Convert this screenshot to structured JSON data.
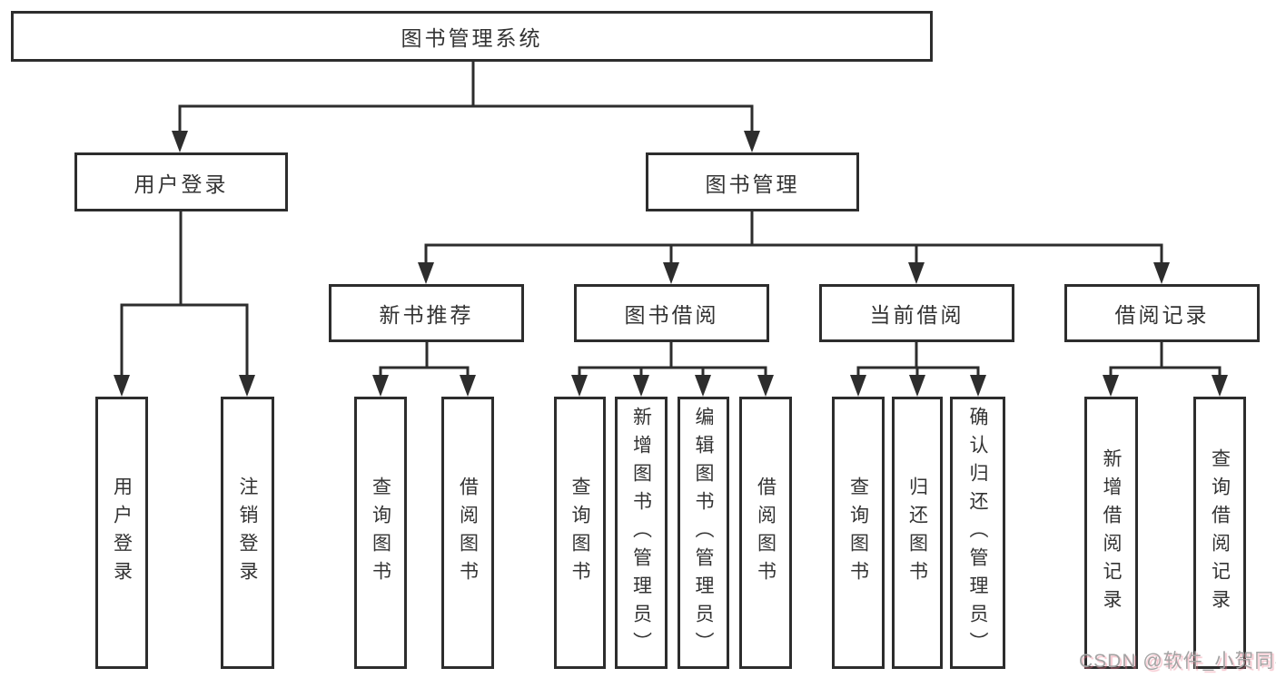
{
  "diagram": {
    "type": "tree",
    "title": "图书管理系统",
    "hierarchy": {
      "图书管理系统": {
        "用户登录": [
          "用户登录",
          "注销登录"
        ],
        "图书管理": {
          "新书推荐": [
            "查询图书",
            "借阅图书"
          ],
          "图书借阅": [
            "查询图书",
            "新增图书（管理员）",
            "编辑图书（管理员）",
            "借阅图书"
          ],
          "当前借阅": [
            "查询图书",
            "归还图书",
            "确认归还（管理员）"
          ],
          "借阅记录": [
            "新增借阅记录",
            "查询借阅记录"
          ]
        }
      }
    }
  },
  "nodes": {
    "root": {
      "label": "图书管理系统"
    },
    "user_login": {
      "label": "用户登录"
    },
    "book_mgmt": {
      "label": "图书管理"
    },
    "new_book": {
      "label": "新书推荐"
    },
    "book_borrow": {
      "label": "图书借阅"
    },
    "current_borrow": {
      "label": "当前借阅"
    },
    "borrow_record": {
      "label": "借阅记录"
    },
    "leaf_user_login": {
      "label": "用户登录"
    },
    "leaf_logout": {
      "label": "注销登录"
    },
    "leaf_nb_query": {
      "label": "查询图书"
    },
    "leaf_nb_borrow": {
      "label": "借阅图书"
    },
    "leaf_bb_query": {
      "label": "查询图书"
    },
    "leaf_bb_add": {
      "label": "新增图书（管理员）"
    },
    "leaf_bb_edit": {
      "label": "编辑图书（管理员）"
    },
    "leaf_bb_borrow": {
      "label": "借阅图书"
    },
    "leaf_cb_query": {
      "label": "查询图书"
    },
    "leaf_cb_return": {
      "label": "归还图书"
    },
    "leaf_cb_confirm": {
      "label": "确认归还（管理员）"
    },
    "leaf_br_add": {
      "label": "新增借阅记录"
    },
    "leaf_br_query": {
      "label": "查询借阅记录"
    }
  },
  "colors": {
    "line": "#2d2d2d",
    "text": "#333333",
    "background": "#ffffff",
    "watermark": "#a3a3a3"
  },
  "watermark": {
    "text": "CSDN @软件_小贺同学"
  }
}
